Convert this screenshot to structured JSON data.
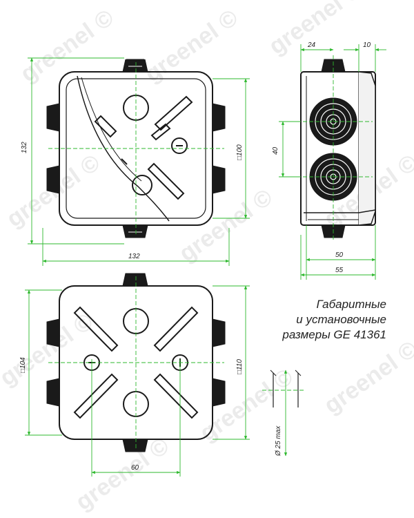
{
  "caption": {
    "line1": "Габаритные",
    "line2": "и установочные",
    "line3": "размеры GE 41361"
  },
  "dimensions": {
    "top_left_height": "132",
    "top_width": "132",
    "top_right_height": "□100",
    "side_top": "24",
    "side_top_right": "10",
    "side_left": "40",
    "side_bottom_inner": "50",
    "side_bottom_outer": "55",
    "bottom_left": "□104",
    "bottom_right": "□110",
    "bottom_width": "60",
    "hole_diameter": "Ø 25 max"
  },
  "watermark": {
    "text": "greenel ©"
  },
  "colors": {
    "outline": "#1a1a1a",
    "dimension_line": "#2db82d",
    "watermark": "#e6e6e6",
    "text": "#222222"
  }
}
